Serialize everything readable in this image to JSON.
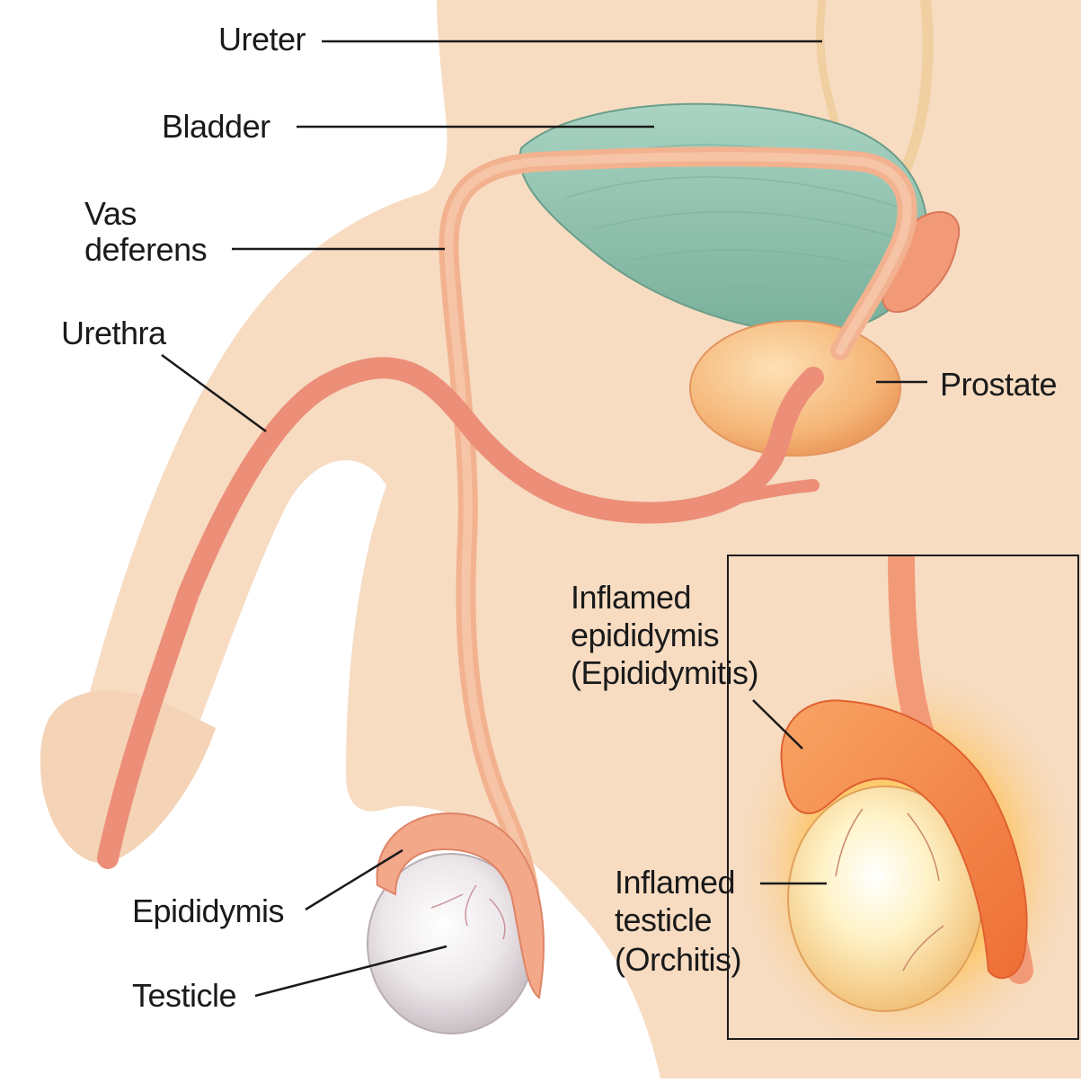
{
  "diagram": {
    "labels": {
      "ureter": "Ureter",
      "bladder": "Bladder",
      "vas_deferens_line1": "Vas",
      "vas_deferens_line2": "deferens",
      "urethra": "Urethra",
      "prostate": "Prostate",
      "epididymis": "Epididymis",
      "testicle": "Testicle",
      "inset_epididymis_line1": "Inflamed",
      "inset_epididymis_line2": "epididymis",
      "inset_epididymis_line3": "(Epididymitis)",
      "inset_testicle_line1": "Inflamed",
      "inset_testicle_line2": "testicle",
      "inset_testicle_line3": "(Orchitis)"
    },
    "colors": {
      "skin": "#f7dcc2",
      "background": "#ffffff",
      "tube": "#f0a585",
      "urethra": "#ec8e78",
      "bladder": "#8fc3ae",
      "prostate": "#f4b67a",
      "testicle": "#e9e4e6",
      "inflamed": "#f4803c",
      "line": "#1a1a1a"
    }
  }
}
